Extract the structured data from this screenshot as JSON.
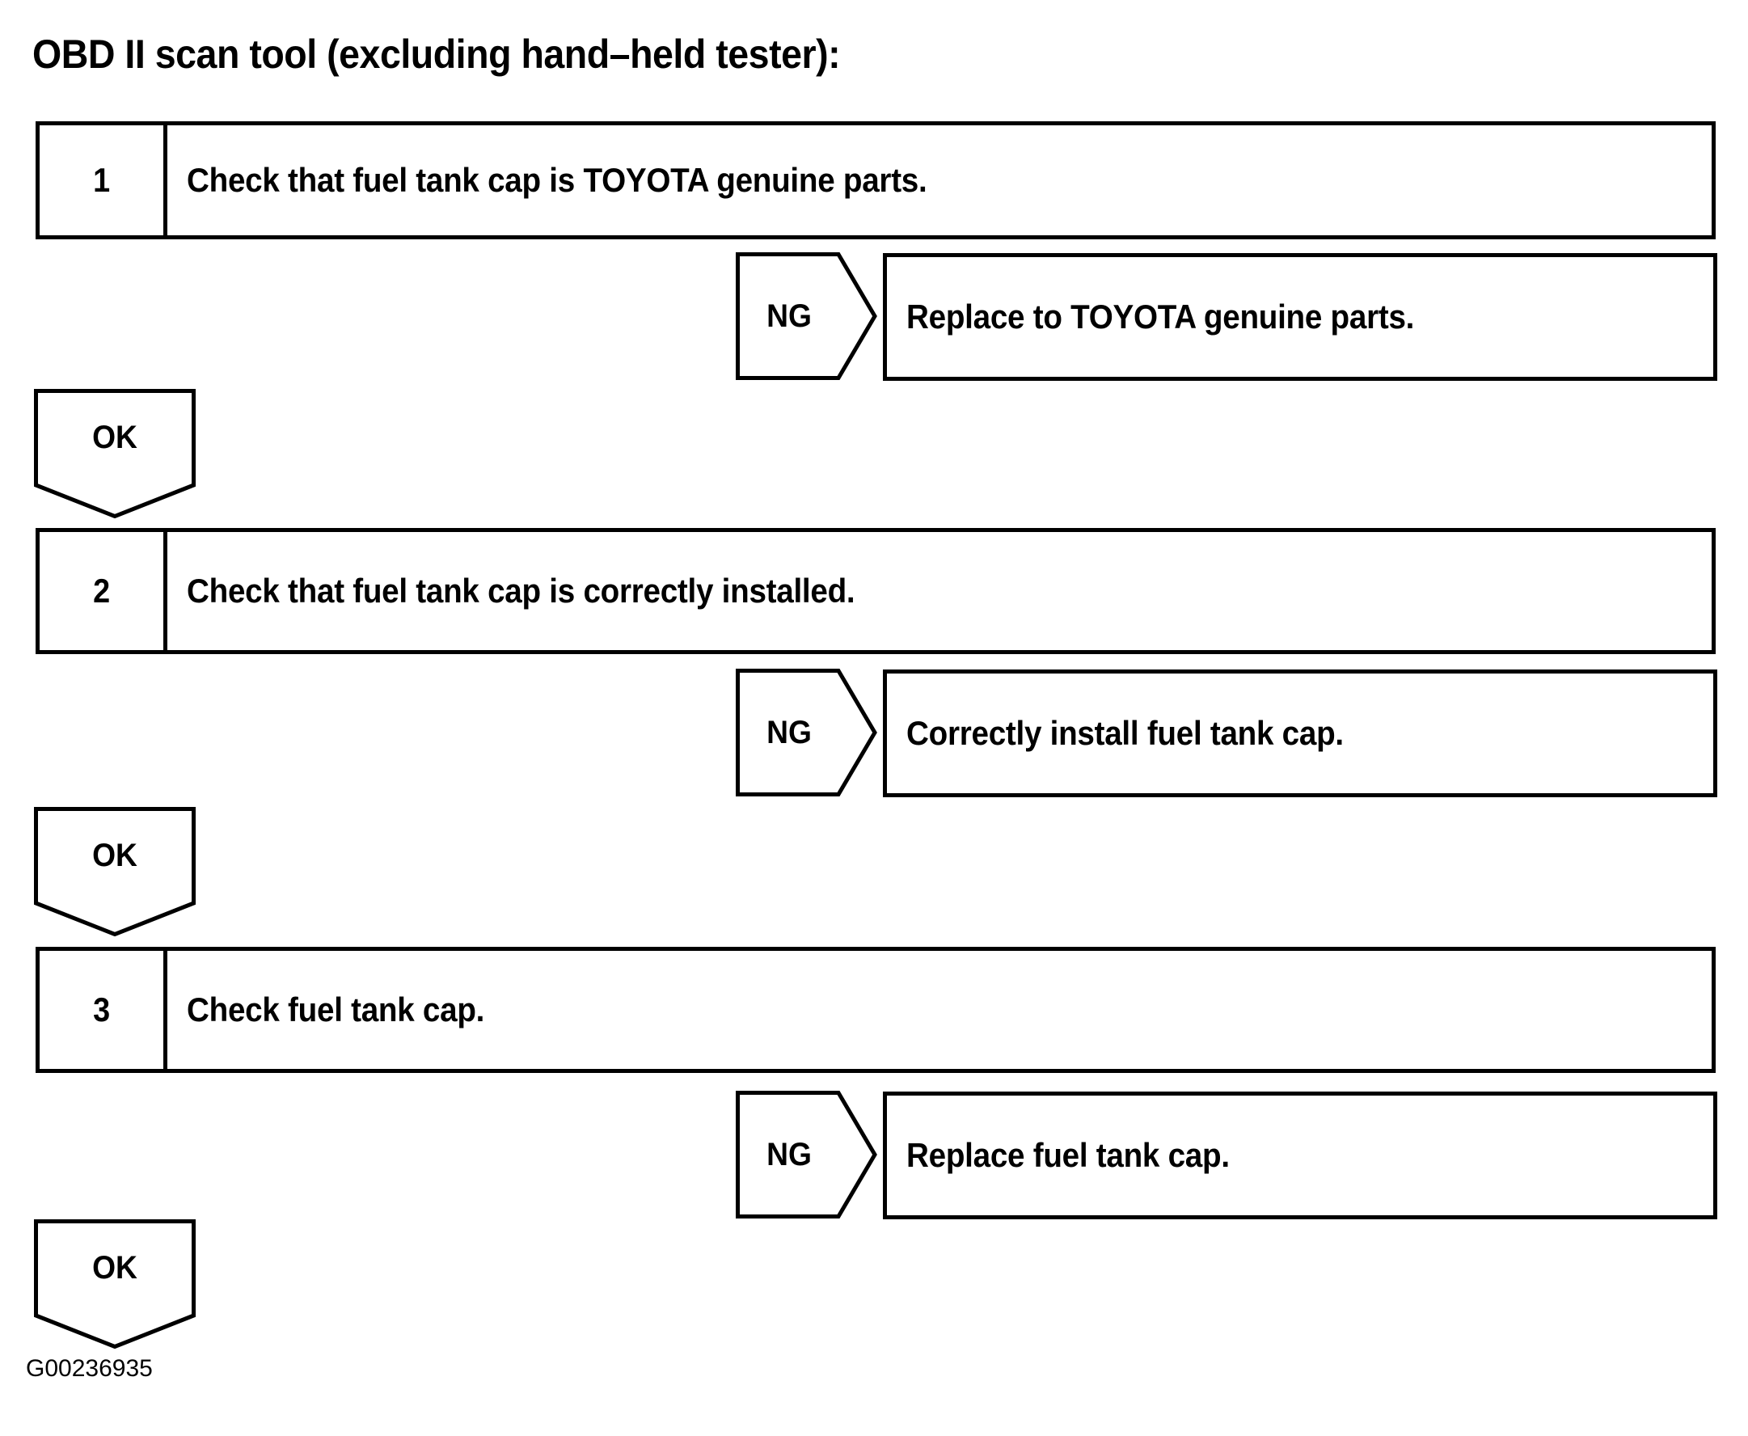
{
  "title": "OBD II scan tool (excluding hand–held tester):",
  "figure_id": "G00236935",
  "labels": {
    "ng": "NG",
    "ok": "OK"
  },
  "steps": [
    {
      "number": "1",
      "text": "Check that fuel tank cap is TOYOTA genuine parts.",
      "ng_label": "NG",
      "ng_action": "Replace to TOYOTA genuine parts.",
      "ok_label": "OK"
    },
    {
      "number": "2",
      "text": "Check that fuel tank cap is correctly installed.",
      "ng_label": "NG",
      "ng_action": "Correctly install fuel tank cap.",
      "ok_label": "OK"
    },
    {
      "number": "3",
      "text": "Check fuel tank cap.",
      "ng_label": "NG",
      "ng_action": "Replace fuel tank cap.",
      "ok_label": "OK"
    }
  ]
}
